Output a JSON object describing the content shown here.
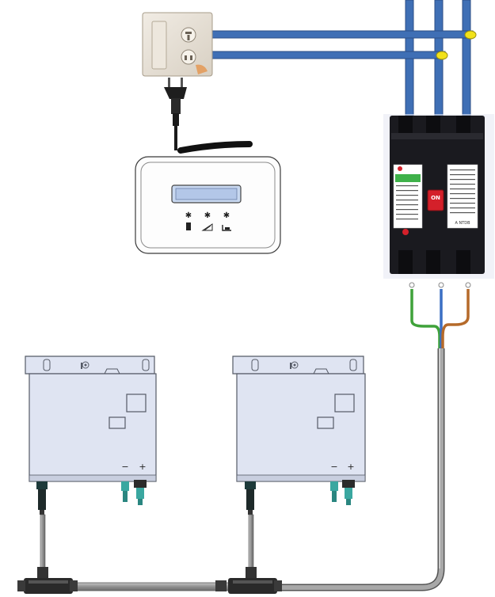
{
  "colors": {
    "bus_wire": "#3f6fb5",
    "bus_wire_edge": "#2c4f86",
    "terminal_dot": "#f2e21a",
    "breaker_body": "#1a1a1f",
    "breaker_label": "#ffffff",
    "breaker_switch": "#d4202a",
    "wire_green": "#3fa23a",
    "wire_blue": "#3b6fc4",
    "wire_brown": "#b56a2a",
    "cable_grey": "#9a9a9a",
    "inverter_fill": "#dfe4f2",
    "inverter_edge": "#555a66",
    "connector_teal": "#3aa7a0",
    "display_screen": "#c8d8f0",
    "monitor_fill": "#fdfdfd"
  },
  "breaker": {
    "switch_text": "ON",
    "footer_text": "A NTDB"
  },
  "monitor": {
    "icons": [
      "battery-icon",
      "signal-icon",
      "plug-icon"
    ]
  },
  "inverters": [
    {
      "id": "inverter-left",
      "minus_label": "−",
      "plus_label": "+"
    },
    {
      "id": "inverter-right",
      "minus_label": "−",
      "plus_label": "+"
    }
  ]
}
